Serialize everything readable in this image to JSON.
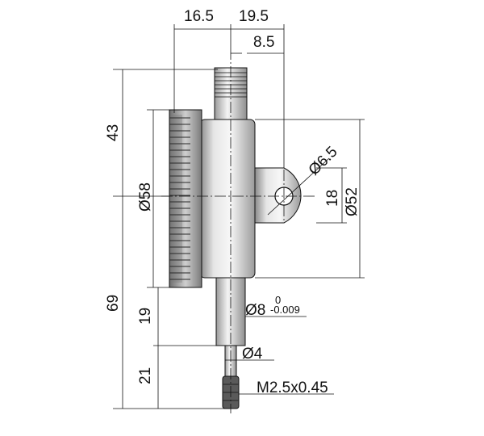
{
  "drawing": {
    "dimensions": {
      "width_left": "16.5",
      "width_right": "19.5",
      "lug_offset": "8.5",
      "upper_height": "43",
      "total_height": "69",
      "bezel_diameter": "Ø58",
      "hole_diameter": "Ø6.5",
      "lug_height": "18",
      "body_diameter": "Ø52",
      "stem_length": "19",
      "stem_diameter_main": "Ø8",
      "stem_tol_upper": "0",
      "stem_tol_lower": "-0.009",
      "spindle_diameter": "Ø4",
      "spindle_length": "21",
      "thread": "M2.5x0.45"
    },
    "colors": {
      "line": "#111111",
      "body_light": "#f2f2f2",
      "body_mid": "#b8b8b8",
      "body_dark": "#6e6e6e"
    }
  }
}
